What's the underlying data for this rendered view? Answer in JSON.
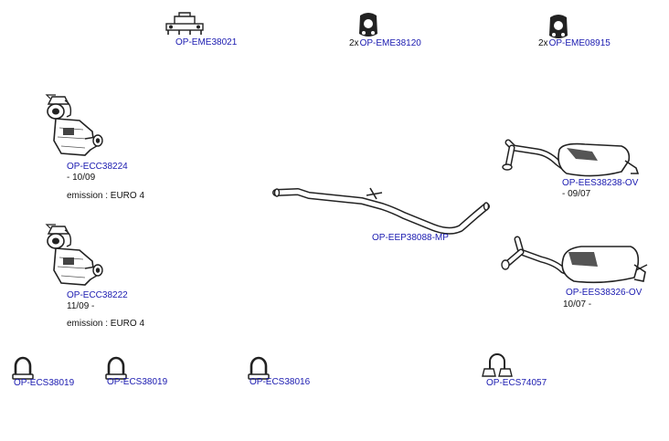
{
  "colors": {
    "part_link": "#1a1ab0",
    "text": "#111111",
    "drawing": "#222222"
  },
  "parts": {
    "eme38021": {
      "code": "OP-EME38021",
      "icon": "mounting-bracket-icon"
    },
    "eme38120": {
      "qty": "2x",
      "code": "OP-EME38120",
      "icon": "rubber-hanger-icon"
    },
    "eme08915": {
      "qty": "2x",
      "code": "OP-EME08915",
      "icon": "rubber-hanger-icon"
    },
    "ecc38224": {
      "code": "OP-ECC38224",
      "date": "- 10/09",
      "emission": "emission : EURO 4",
      "icon": "catalytic-converter-icon"
    },
    "ecc38222": {
      "code": "OP-ECC38222",
      "date": "11/09 -",
      "emission": "emission : EURO 4",
      "icon": "catalytic-converter-icon"
    },
    "eep38088": {
      "code": "OP-EEP38088-MP",
      "icon": "intermediate-pipe-icon"
    },
    "ees38238": {
      "code": "OP-EES38238-OV",
      "date": "- 09/07",
      "icon": "rear-silencer-icon"
    },
    "ees38326": {
      "code": "OP-EES38326-OV",
      "date": "10/07 -",
      "icon": "rear-silencer-icon"
    },
    "ecs38019a": {
      "code": "OP-ECS38019",
      "icon": "pipe-clamp-icon"
    },
    "ecs38019b": {
      "code": "OP-ECS38019",
      "icon": "pipe-clamp-icon"
    },
    "ecs38016": {
      "code": "OP-ECS38016",
      "icon": "pipe-clamp-icon"
    },
    "ecs74057": {
      "code": "OP-ECS74057",
      "icon": "pipe-clamp-icon"
    }
  }
}
